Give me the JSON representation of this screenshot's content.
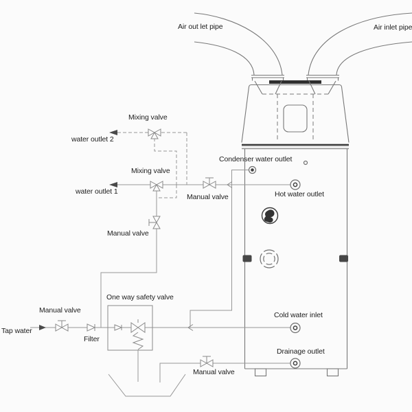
{
  "colors": {
    "bg": "#fbfbfb",
    "line": "#979797",
    "unit": "#787878",
    "dark": "#3d3d3d",
    "text": "#1c1c1c"
  },
  "labels": {
    "air_outlet_pipe": "Air out let pipe",
    "air_inlet_pipe": "Air inlet pipe",
    "mixing_valve_upper": "Mixing valve",
    "mixing_valve_lower": "Mixing valve",
    "water_outlet_2": "water outlet 2",
    "water_outlet_1": "water outlet 1",
    "condenser_water_outlet": "Condenser water outlet",
    "hot_water_outlet": "Hot water outlet",
    "manual_valve_hot_line": "Manual valve",
    "manual_valve_mixing_branch": "Manual valve",
    "manual_valve_tap_line": "Manual valve",
    "manual_valve_drain_line": "Manual valve",
    "one_way_safety_valve": "One way safety valve",
    "tap_water": "Tap water",
    "filter": "Filter",
    "cold_water_inlet": "Cold water inlet",
    "drainage_outlet": "Drainage outlet"
  }
}
